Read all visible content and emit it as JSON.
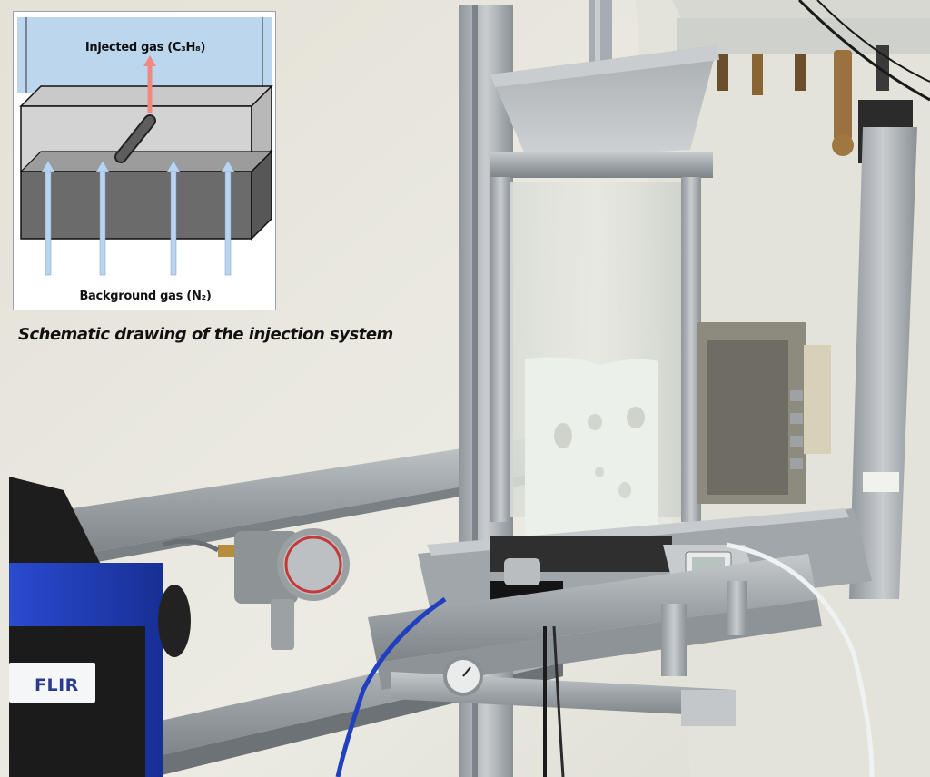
{
  "inset": {
    "title": "Injected gas (C₃H₈)",
    "bottom_label": "Background gas (N₂)"
  },
  "caption": "Schematic drawing of the injection system",
  "camera_brand": "FLIR",
  "colors": {
    "wall": "#e9e6dc",
    "frame_aluminum": "#a7acb0",
    "camera_blue": "#1f3fb4",
    "inset_sky": "#bcd6ee",
    "arrow_injected": "#f08a80",
    "arrow_background": "#b8d4f0"
  },
  "icons": [
    "arrow-up-icon",
    "flir-logo-icon"
  ]
}
